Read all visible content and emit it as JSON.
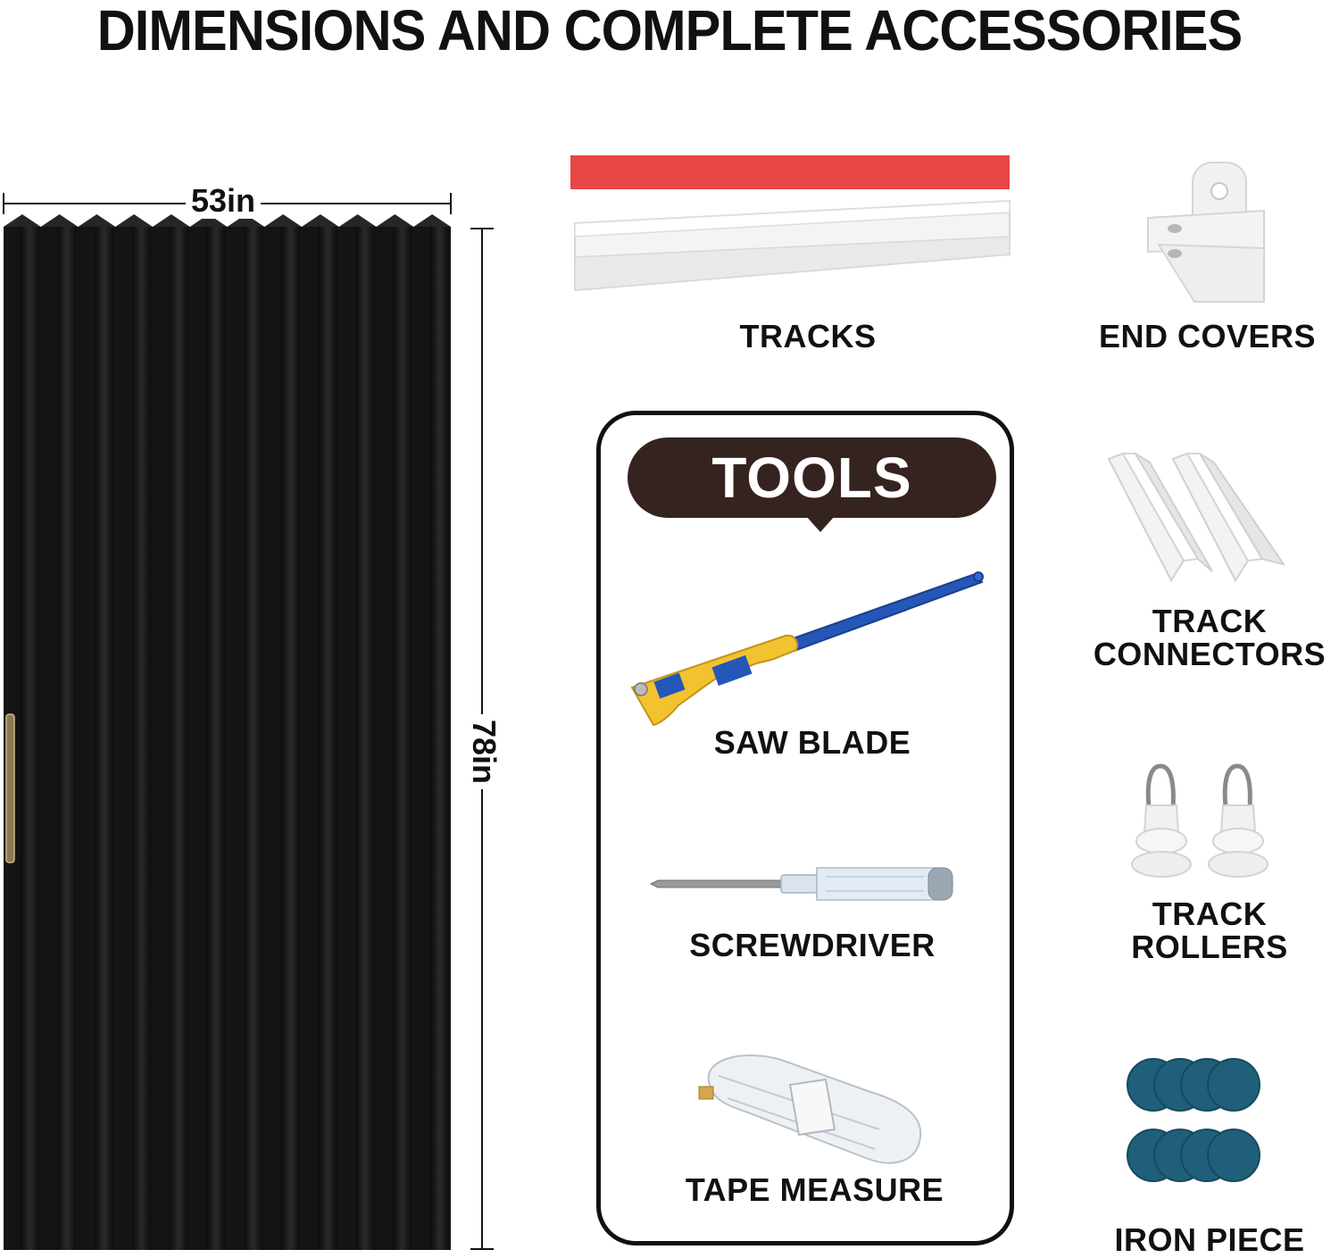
{
  "header": {
    "title": "DIMENSIONS AND COMPLETE ACCESSORIES"
  },
  "dimensions": {
    "width": "53in",
    "height": "78in"
  },
  "accessories": {
    "tracks": "TRACKS",
    "end_covers": "END COVERS",
    "track_connectors_line1": "TRACK",
    "track_connectors_line2": "CONNECTORS",
    "track_rollers_line1": "TRACK",
    "track_rollers_line2": "ROLLERS",
    "iron_piece": "IRON PIECE"
  },
  "tools": {
    "heading": "TOOLS",
    "saw_blade": "SAW BLADE",
    "screwdriver": "SCREWDRIVER",
    "tape_measure": "TAPE MEASURE"
  },
  "colors": {
    "door": "#1a1a1a",
    "tools_pill": "#35231f",
    "track_tape": "#e84545",
    "iron_piece": "#1f5f7a",
    "saw_handle": "#f2c230",
    "saw_blade": "#2457b8"
  }
}
